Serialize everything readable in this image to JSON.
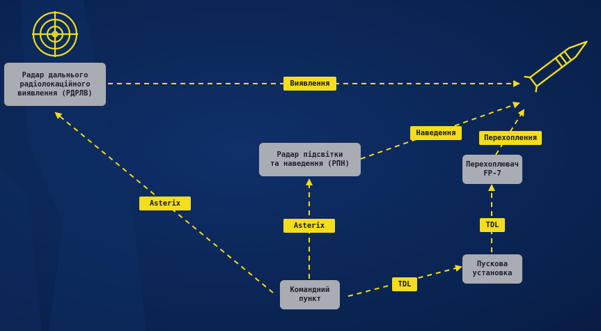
{
  "colors": {
    "background": "#0b2656",
    "node_fill": "#a9acb2",
    "label_fill": "#f4dd1a",
    "arrow": "#f4dd1a",
    "icon": "#f4dd1a"
  },
  "icons": {
    "radar": "radar-scope-icon",
    "missile": "missile-icon"
  },
  "nodes": {
    "rdrlv": {
      "line1": "Радар дальнього",
      "line2": "радіолокаційного",
      "line3": "виявлення (РДРЛВ)"
    },
    "rpn": {
      "line1": "Радар підсвітки",
      "line2": "та наведення (РПН)"
    },
    "interceptor": {
      "line1": "Перехоплювач",
      "line2": "FP-7"
    },
    "launcher": {
      "line1": "Пускова",
      "line2": "установка"
    },
    "command": {
      "line1": "Командний",
      "line2": "пункт"
    }
  },
  "labels": {
    "detection": "Виявлення",
    "guidance": "Наведення",
    "interception": "Перехоплення",
    "asterix_left": "Asterix",
    "asterix_center": "Asterix",
    "tdl_bottom": "TDL",
    "tdl_right": "TDL"
  }
}
